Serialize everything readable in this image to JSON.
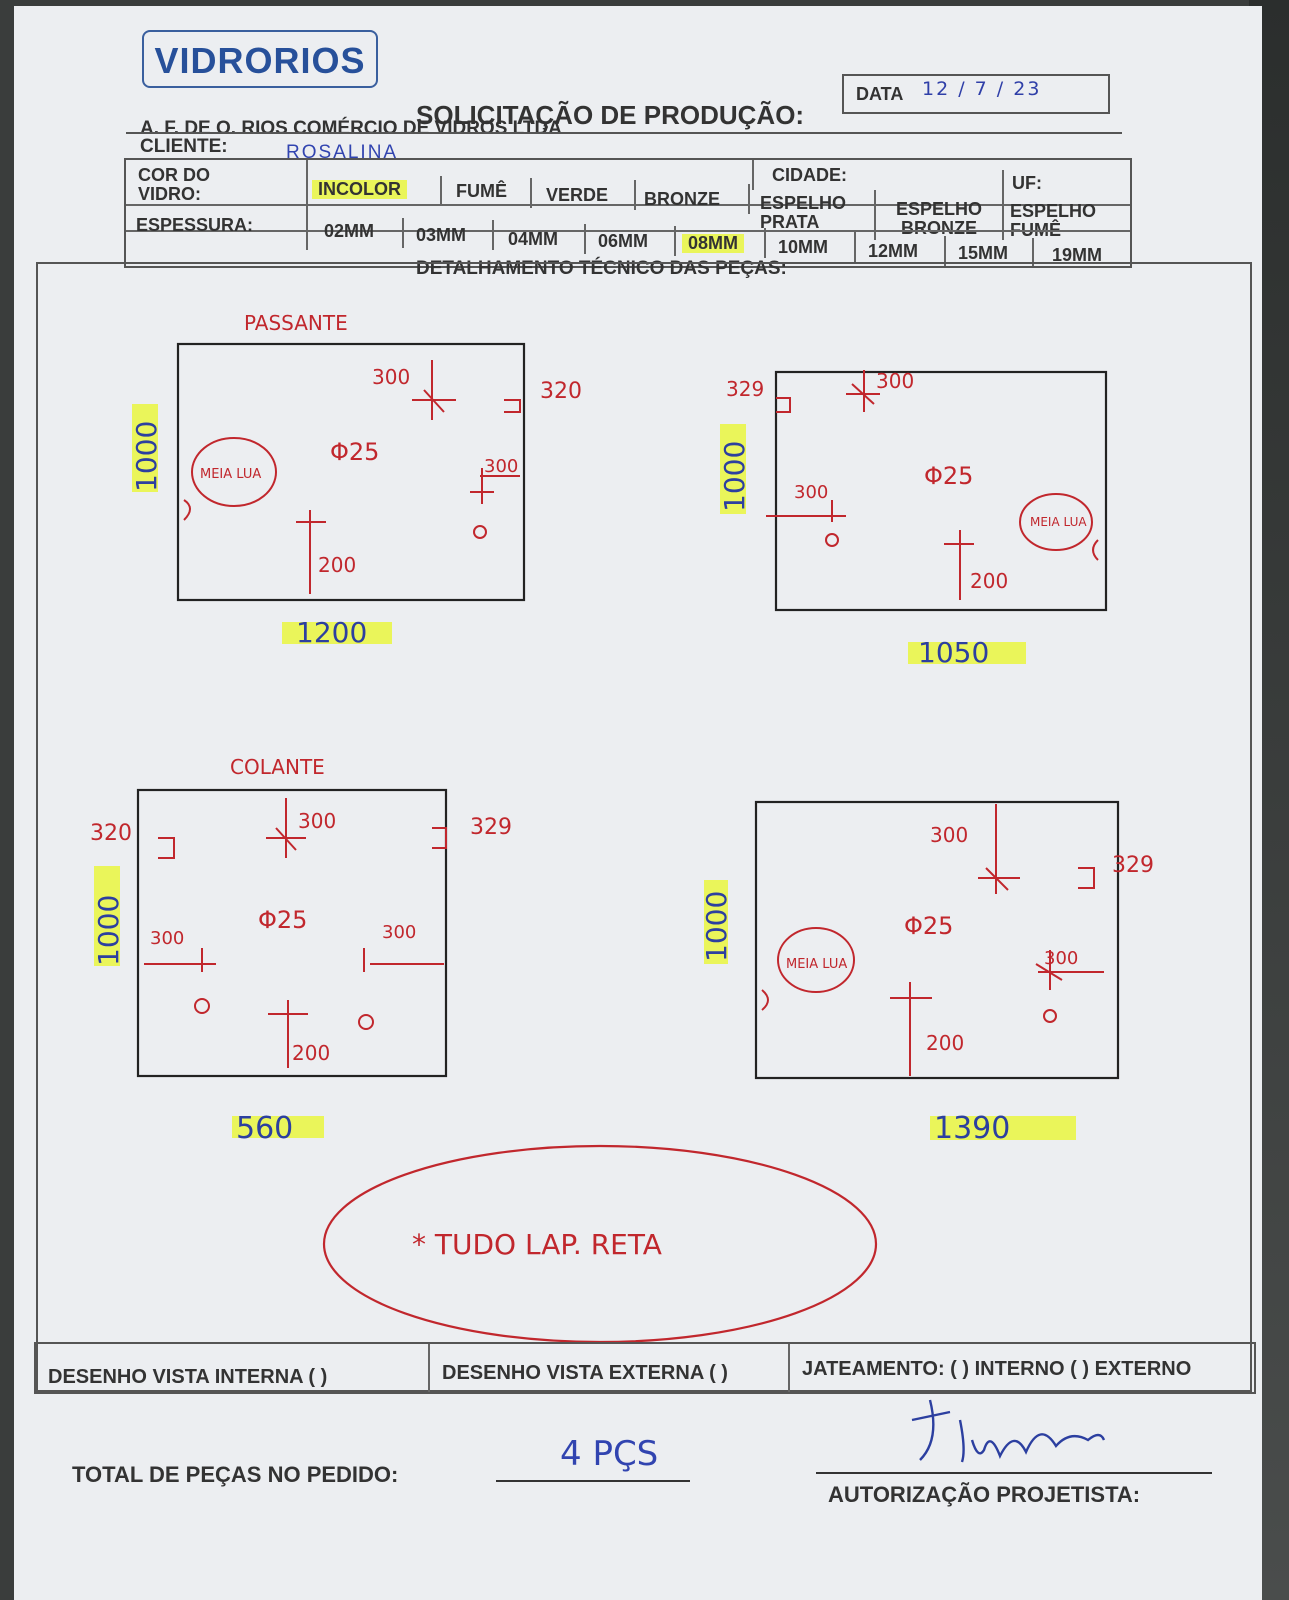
{
  "header": {
    "logo": "VIDRORIOS",
    "date_label": "DATA",
    "date_value": "12 / 7 / 23",
    "title": "SOLICITAÇÃO DE PRODUÇÃO:",
    "company": "A. F. DE O. RIOS COMÉRCIO DE VIDROS LTDA",
    "client_label": "CLIENTE:",
    "client_value": "ROSALINA",
    "city_label": "CIDADE:",
    "uf_label": "UF:"
  },
  "glass": {
    "color_label": "COR DO VIDRO:",
    "colors": [
      "INCOLOR",
      "FUMÊ",
      "VERDE",
      "BRONZE",
      "ESPELHO PRATA",
      "ESPELHO BRONZE",
      "ESPELHO FUMÊ"
    ],
    "selected_color": "INCOLOR",
    "thickness_label": "ESPESSURA:",
    "thicknesses": [
      "02MM",
      "03MM",
      "04MM",
      "06MM",
      "08MM",
      "10MM",
      "12MM",
      "15MM",
      "19MM"
    ],
    "selected_thickness": "08MM"
  },
  "detail_title": "DETALHAMENTO TÉCNICO DAS PEÇAS:",
  "pieces": [
    {
      "label": "PASSANTE",
      "width": "1200",
      "height": "1000",
      "hole": "Φ25",
      "notch": "320",
      "dims": [
        "300",
        "300",
        "200"
      ],
      "note": "MEIA LUA"
    },
    {
      "label": "",
      "width": "1050",
      "height": "1000",
      "hole": "Φ25",
      "notch": "329",
      "dims": [
        "300",
        "300",
        "200"
      ],
      "note": "MEIA LUA"
    },
    {
      "label": "COLANTE",
      "width": "560",
      "height": "1000",
      "hole": "Φ25",
      "notch_left": "320",
      "notch_right": "329",
      "dims": [
        "300",
        "300",
        "300",
        "200"
      ],
      "note": ""
    },
    {
      "label": "",
      "width": "1390",
      "height": "1000",
      "hole": "Φ25",
      "notch": "329",
      "dims": [
        "300",
        "300",
        "200"
      ],
      "note": "MEIA LUA"
    }
  ],
  "remark": "* TUDO LAP. RETA",
  "footer": {
    "internal_view": "DESENHO VISTA INTERNA ( )",
    "external_view": "DESENHO VISTA EXTERNA ( )",
    "sandblast": "JATEAMENTO: ( ) INTERNO ( ) EXTERNO",
    "total_label": "TOTAL DE PEÇAS NO PEDIDO:",
    "total_value": "4 PÇS",
    "signature": "Filipe Rios",
    "authorization": "AUTORIZAÇÃO PROJETISTA:"
  }
}
